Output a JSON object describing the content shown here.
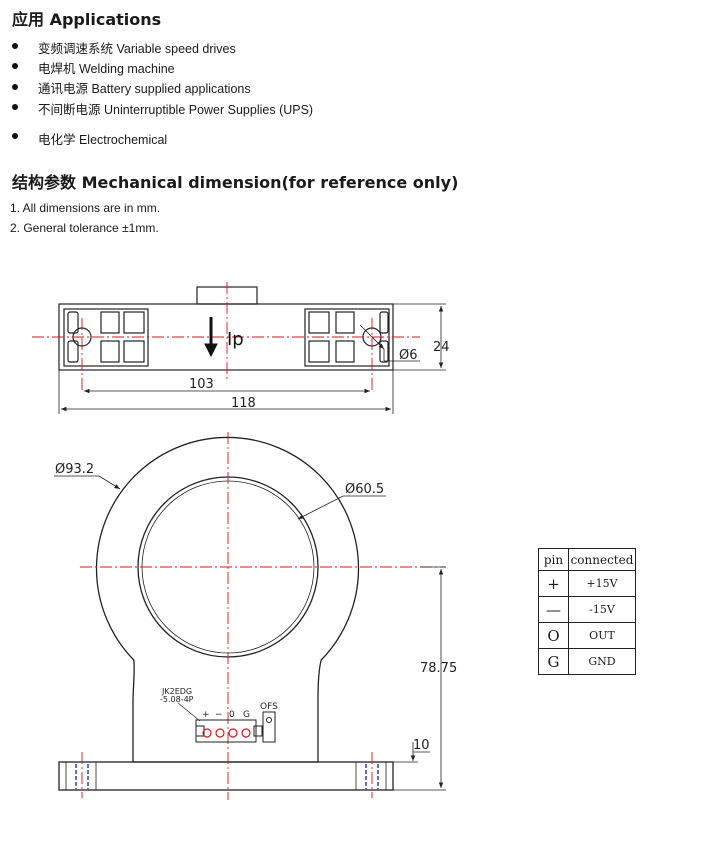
{
  "applications": {
    "heading": "应用 Applications",
    "items": [
      "变频调速系统 Variable speed drives",
      "电焊机 Welding machine",
      "通讯电源 Battery supplied applications",
      "不间断电源 Uninterruptible Power Supplies (UPS)",
      "电化学 Electrochemical"
    ]
  },
  "mechanical": {
    "heading": "结构参数 Mechanical dimension(for reference only)",
    "notes": [
      "1. All dimensions are in mm.",
      "2. General tolerance ±1mm."
    ]
  },
  "drawing": {
    "top_view": {
      "arrow_label": "Ip",
      "dim_height": "24",
      "dim_hole": "Ø6",
      "dim_hole_spacing": "103",
      "dim_total_width": "118"
    },
    "front_view": {
      "dim_outer_diameter": "Ø93.2",
      "dim_inner_diameter": "Ø60.5",
      "dim_center_height": "78.75",
      "dim_foot_height": "10",
      "connector_model_line1": "JK2EDG",
      "connector_model_line2": "-5.08-4P",
      "pin_marks": [
        "+",
        "−",
        "0",
        "G"
      ],
      "ofs_label": "OFS"
    }
  },
  "pin_table": {
    "header": {
      "pin": "pin",
      "connected": "connected"
    },
    "rows": [
      {
        "pin": "+",
        "connected": "+15V"
      },
      {
        "pin": "—",
        "connected": "-15V"
      },
      {
        "pin": "O",
        "connected": "OUT"
      },
      {
        "pin": "G",
        "connected": "GND"
      }
    ]
  }
}
